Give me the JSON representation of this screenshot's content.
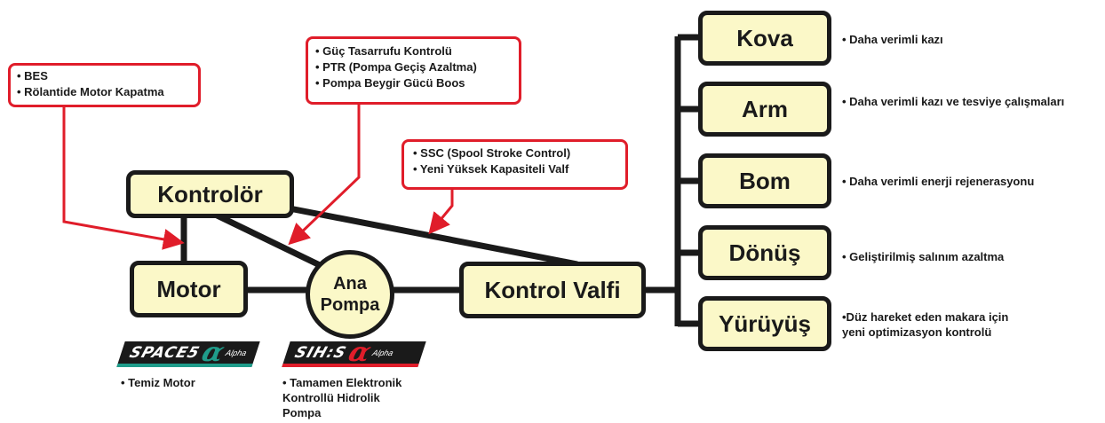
{
  "controller": {
    "label": "Kontrolör"
  },
  "motor": {
    "label": "Motor"
  },
  "pump": {
    "line1": "Ana",
    "line2": "Pompa"
  },
  "valve": {
    "label": "Kontrol Valfi"
  },
  "engine_callout": {
    "items": [
      "• BES",
      "• Rölantide Motor Kapatma"
    ]
  },
  "pump_callout": {
    "items": [
      "• Güç Tasarrufu Kontrolü",
      "• PTR (Pompa Geçiş Azaltma)",
      "• Pompa Beygir Gücü Boos"
    ]
  },
  "valve_callout": {
    "items": [
      "• SSC (Spool Stroke Control)",
      "• Yeni Yüksek Kapasiteli Valf"
    ]
  },
  "functions": [
    {
      "label": "Kova",
      "note": "• Daha verimli kazı"
    },
    {
      "label": "Arm",
      "note": "• Daha verimli kazı ve tesviye çalışmaları"
    },
    {
      "label": "Bom",
      "note": "• Daha verimli enerji rejenerasyonu"
    },
    {
      "label": "Dönüş",
      "note": "• Geliştirilmiş salınım azaltma"
    },
    {
      "label": "Yürüyüş",
      "note_line1": "•Düz hareket eden makara için",
      "note_line2": "yeni optimizasyon kontrolü"
    }
  ],
  "logos": {
    "space": {
      "text": "SPACE5",
      "symbol": "α",
      "sub": "Alpha",
      "accent": "#1f9c8a"
    },
    "sihs": {
      "text": "SIH:S",
      "symbol": "α",
      "sub": "Alpha",
      "accent": "#e01d2a"
    }
  },
  "motor_note": "• Temiz Motor",
  "pump_note": {
    "line1": "• Tamamen Elektronik",
    "line2": "Kontrollü Hidrolik",
    "line3": "Pompa"
  },
  "colors": {
    "line": "#1a1a1a",
    "box_fill": "#fbf8c8",
    "callout_border": "#e01d2a",
    "arrow": "#e01d2a"
  }
}
